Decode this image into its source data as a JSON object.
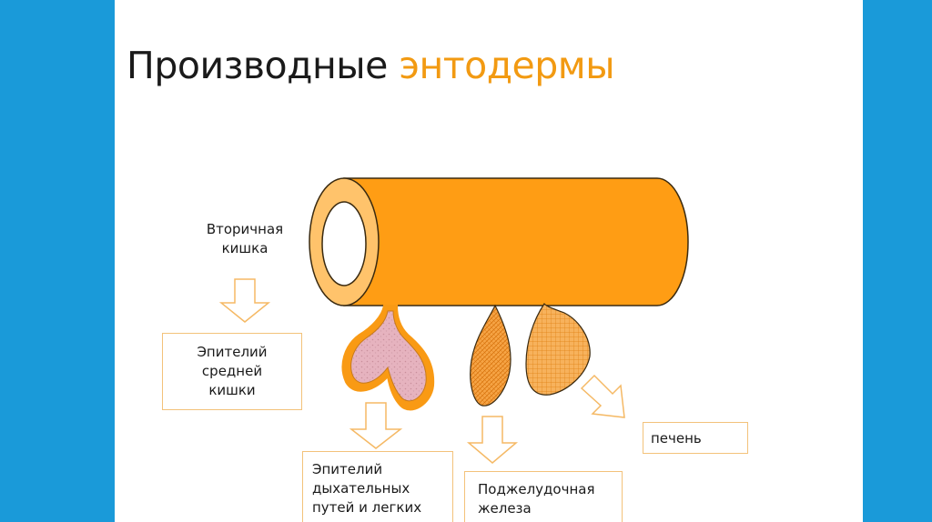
{
  "title": {
    "main": "Производные",
    "accent": "энтодермы"
  },
  "labels": {
    "secondary_gut_line1": "Вторичная",
    "secondary_gut_line2": "кишка"
  },
  "boxes": {
    "midgut_epithelium": [
      "Эпителий",
      "средней",
      "кишки"
    ],
    "respiratory_epithelium": [
      "Эпителий",
      "дыхательных",
      "путей и легких"
    ],
    "pancreas": [
      "Поджелудочная",
      "железа"
    ],
    "liver": [
      "печень"
    ]
  },
  "colors": {
    "background": "#1a9ad9",
    "slide": "#ffffff",
    "tube": "#ff9d14",
    "accent": "#f29a12",
    "box_border": "#f3c27a",
    "lung_fill": "#e8b4c0",
    "gland_fill": "#f6b463"
  }
}
